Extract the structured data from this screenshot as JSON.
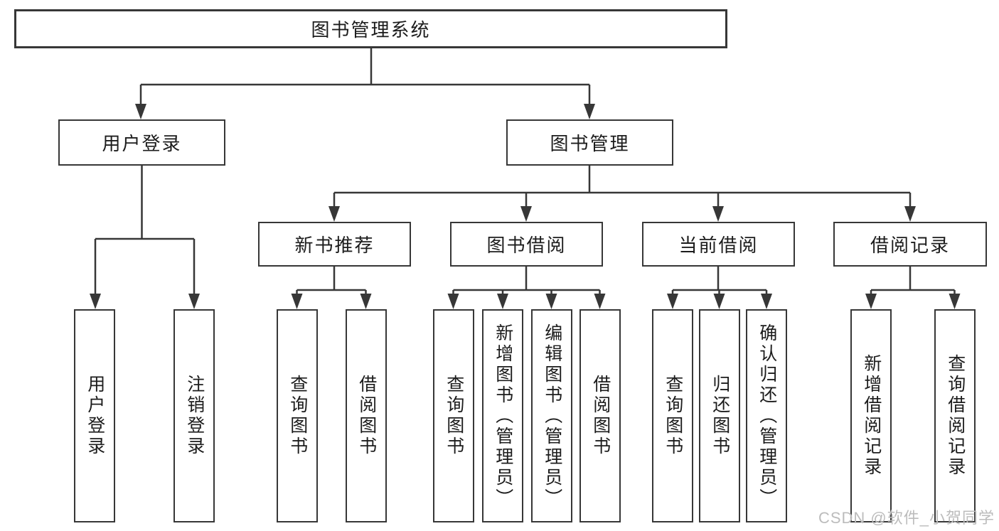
{
  "diagram": {
    "root": {
      "label": "图书管理系统",
      "children": [
        {
          "label": "用户登录",
          "children": [
            {
              "label": "用户登录"
            },
            {
              "label": "注销登录"
            }
          ]
        },
        {
          "label": "图书管理",
          "children": [
            {
              "label": "新书推荐",
              "children": [
                {
                  "label": "查询图书"
                },
                {
                  "label": "借阅图书"
                }
              ]
            },
            {
              "label": "图书借阅",
              "children": [
                {
                  "label": "查询图书"
                },
                {
                  "label": "新增图书（管理员）"
                },
                {
                  "label": "编辑图书（管理员）"
                },
                {
                  "label": "借阅图书"
                }
              ]
            },
            {
              "label": "当前借阅",
              "children": [
                {
                  "label": "查询图书"
                },
                {
                  "label": "归还图书"
                },
                {
                  "label": "确认归还（管理员）"
                }
              ]
            },
            {
              "label": "借阅记录",
              "children": [
                {
                  "label": "新增借阅记录"
                },
                {
                  "label": "查询借阅记录"
                }
              ]
            }
          ]
        }
      ]
    }
  },
  "watermark": {
    "text": "CSDN @软件_小贺同学"
  },
  "colors": {
    "line": "#373737",
    "box_border": "#373737",
    "text": "#1c1c1c",
    "watermark": "#bcbcbc",
    "background": "#ffffff"
  }
}
